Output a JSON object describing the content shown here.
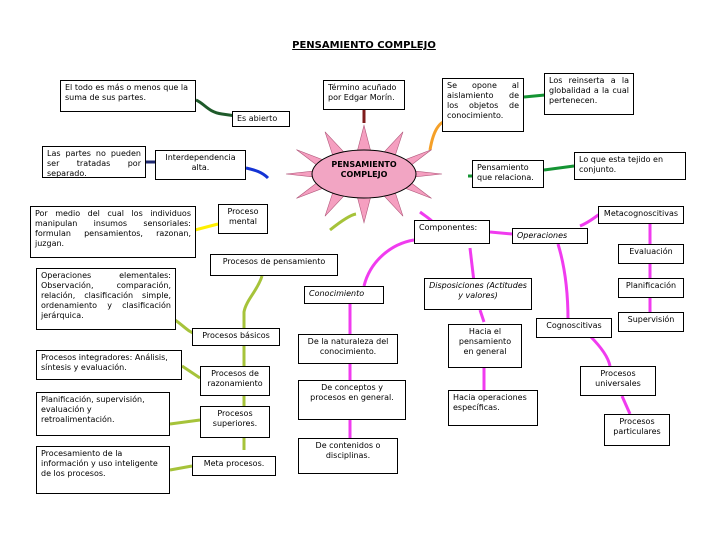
{
  "title": "PENSAMIENTO COMPLEJO",
  "center": {
    "label": "PENSAMIENTO COMPLEJO",
    "fill": "#f2a5c3",
    "ray_color": "#f59fc0"
  },
  "colors": {
    "dark_green": "#1e5a2a",
    "dark_red": "#7f1d1d",
    "orange": "#f5a028",
    "navy": "#1f2a70",
    "blue": "#1433d4",
    "green": "#149433",
    "yellow": "#fff000",
    "lime": "#a6c33a",
    "magenta": "#f03bef"
  },
  "nodes": {
    "el_todo": "El todo es más o menos que la suma de sus partes.",
    "es_abierto": "Es abierto",
    "termino": "Término acuñado por Edgar Morín.",
    "se_opone": "Se opone al aislamiento de los objetos de conocimiento.",
    "reinserta": "Los reinserta a la globalidad a la cual pertenecen.",
    "las_partes": "Las partes no pueden ser tratadas por separado.",
    "interdependencia": "Interdependencia alta.",
    "pensamiento_relaciona": "Pensamiento que relaciona.",
    "tejido": "Lo que esta tejido en conjunto.",
    "por_medio": "Por medio del cual los individuos manipulan insumos sensoriales: formulan pensamientos, razonan, juzgan.",
    "proceso_mental": "Proceso mental",
    "componentes": "Componentes:",
    "operaciones": "Operaciones",
    "metacognoscitivas": "Metacognoscitivas",
    "evaluacion": "Evaluación",
    "planificacion": "Planificación",
    "supervision": "Supervisión",
    "procesos_pensamiento": "Procesos de pensamiento",
    "operaciones_elementales": "Operaciones elementales: Observación, comparación, relación, clasificación simple, ordenamiento y clasificación jerárquica.",
    "procesos_basicos": "Procesos básicos",
    "procesos_integradores": "Procesos integradores: Análisis, síntesis y evaluación.",
    "procesos_razonamiento": "Procesos de razonamiento",
    "planificacion_supervision": "Planificación, supervisión, evaluación y retroalimentación.",
    "procesos_superiores": "Procesos superiores.",
    "procesamiento": "Procesamiento de la información y uso inteligente de los procesos.",
    "meta_procesos": "Meta procesos.",
    "conocimiento": "Conocimiento",
    "naturaleza": "De la naturaleza del conocimiento.",
    "conceptos": "De conceptos y procesos en general.",
    "contenidos": "De contenidos o disciplinas.",
    "disposiciones": "Disposiciones (Actitudes y valores)",
    "hacia_pensamiento": "Hacia el pensamiento en general",
    "hacia_operaciones": "Hacia operaciones específicas.",
    "cognoscitivas": "Cognoscitivas",
    "procesos_universales": "Procesos universales",
    "procesos_particulares": "Procesos particulares"
  }
}
